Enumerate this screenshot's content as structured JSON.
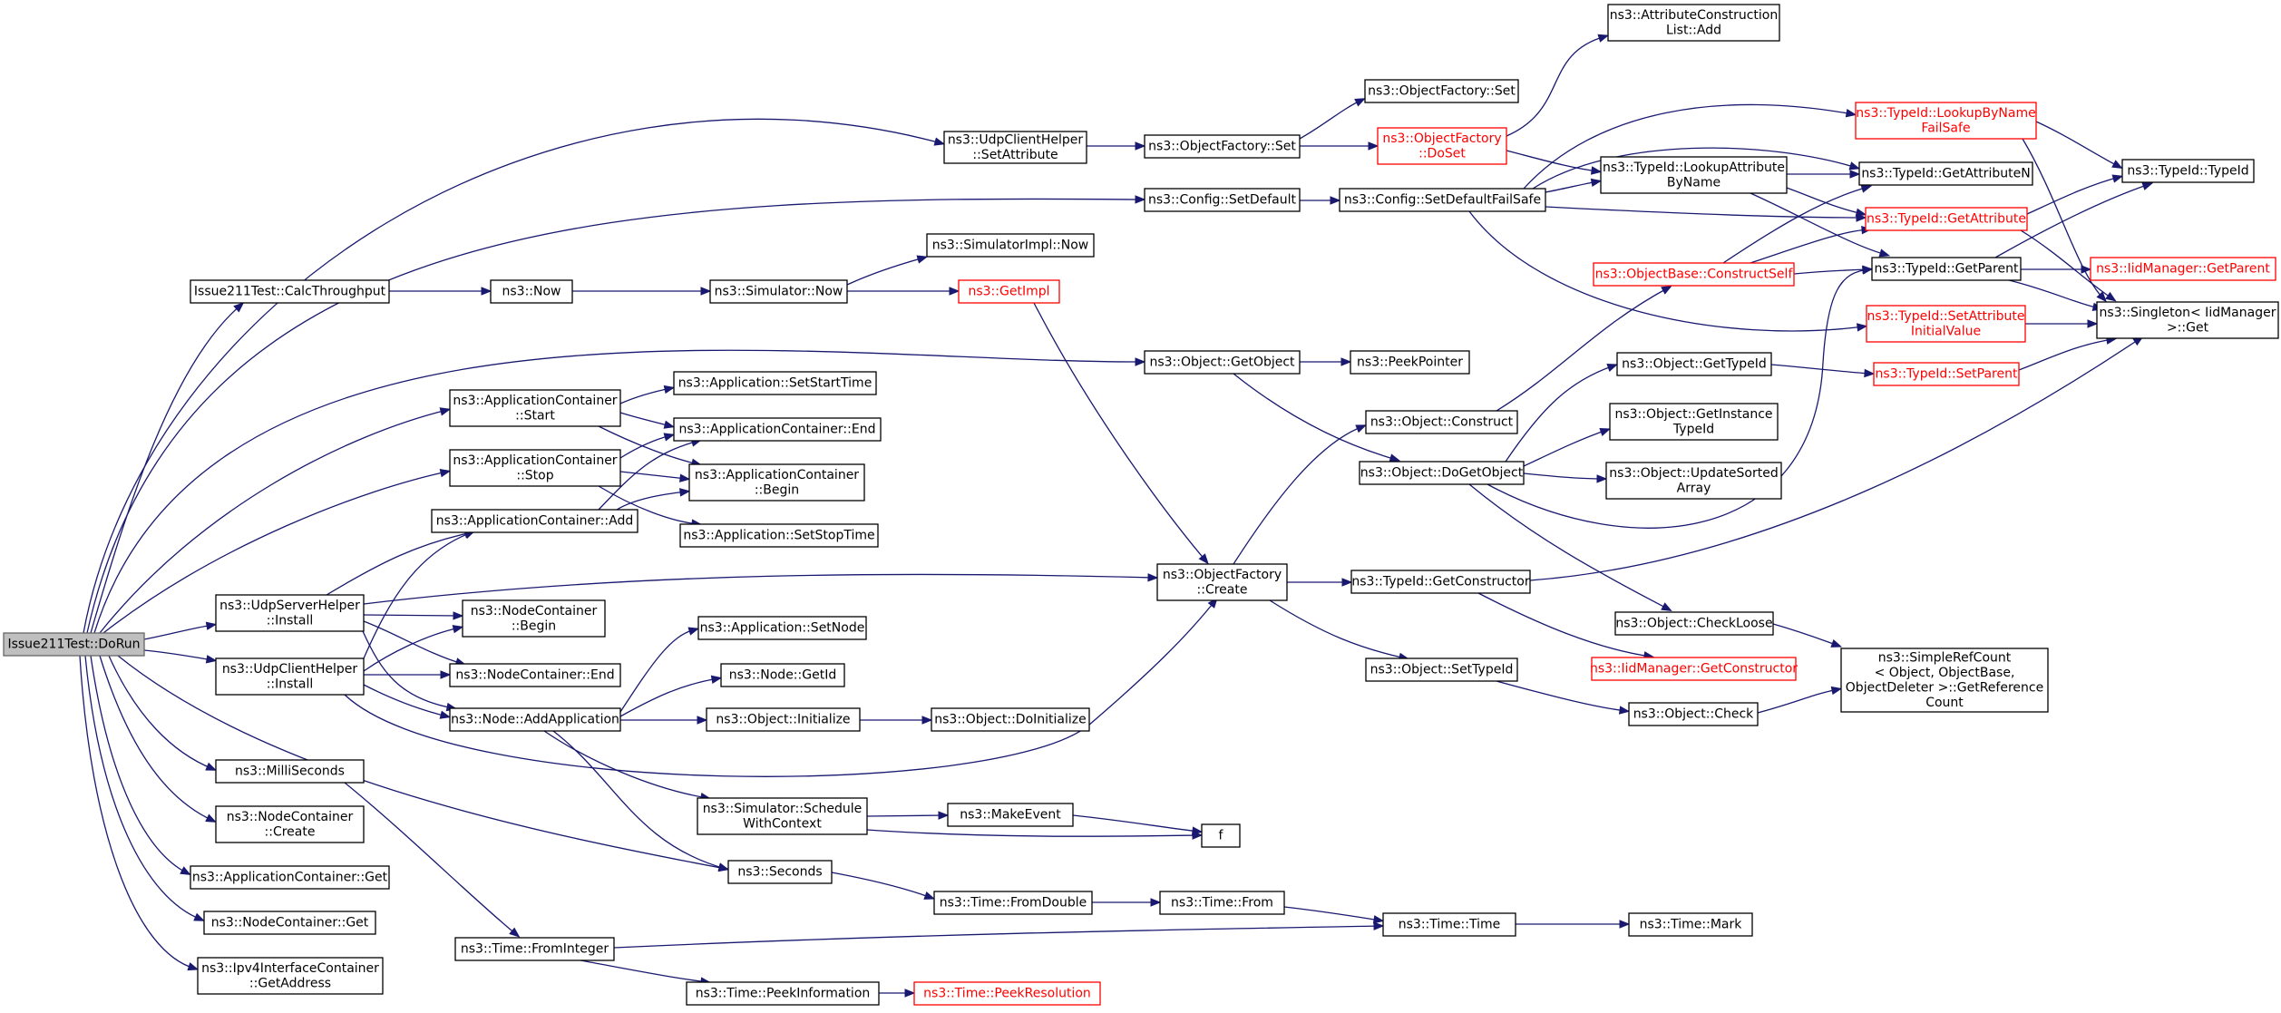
{
  "diagram": {
    "colors": {
      "edge": "#191970",
      "node_border": "#000000",
      "node_border_truncated": "#ff0000",
      "root_fill": "#bfbfbf"
    },
    "nodes": [
      {
        "id": "root",
        "lines": [
          "Issue211Test::DoRun"
        ],
        "style": "root"
      },
      {
        "id": "udpclienthelper_setattr",
        "lines": [
          "ns3::UdpClientHelper",
          "::SetAttribute"
        ]
      },
      {
        "id": "config_setdefault",
        "lines": [
          "ns3::Config::SetDefault"
        ]
      },
      {
        "id": "calcthroughput",
        "lines": [
          "Issue211Test::CalcThroughput"
        ]
      },
      {
        "id": "now",
        "lines": [
          "ns3::Now"
        ]
      },
      {
        "id": "simulator_now",
        "lines": [
          "ns3::Simulator::Now"
        ]
      },
      {
        "id": "simulatorimpl_now",
        "lines": [
          "ns3::SimulatorImpl::Now"
        ]
      },
      {
        "id": "getimpl",
        "lines": [
          "ns3::GetImpl"
        ],
        "style": "red"
      },
      {
        "id": "object_getobject",
        "lines": [
          "ns3::Object::GetObject"
        ]
      },
      {
        "id": "peekpointer",
        "lines": [
          "ns3::PeekPointer"
        ]
      },
      {
        "id": "appcontainer_start",
        "lines": [
          "ns3::ApplicationContainer",
          "::Start"
        ]
      },
      {
        "id": "app_setstarttime",
        "lines": [
          "ns3::Application::SetStartTime"
        ]
      },
      {
        "id": "appcontainer_end",
        "lines": [
          "ns3::ApplicationContainer::End"
        ]
      },
      {
        "id": "appcontainer_stop",
        "lines": [
          "ns3::ApplicationContainer",
          "::Stop"
        ]
      },
      {
        "id": "appcontainer_begin",
        "lines": [
          "ns3::ApplicationContainer",
          "::Begin"
        ]
      },
      {
        "id": "appcontainer_add",
        "lines": [
          "ns3::ApplicationContainer::Add"
        ]
      },
      {
        "id": "app_setstoptime",
        "lines": [
          "ns3::Application::SetStopTime"
        ]
      },
      {
        "id": "udpserverhelper_install",
        "lines": [
          "ns3::UdpServerHelper",
          "::Install"
        ]
      },
      {
        "id": "nodecontainer_begin",
        "lines": [
          "ns3::NodeContainer",
          "::Begin"
        ]
      },
      {
        "id": "udpclienthelper_install",
        "lines": [
          "ns3::UdpClientHelper",
          "::Install"
        ]
      },
      {
        "id": "nodecontainer_end",
        "lines": [
          "ns3::NodeContainer::End"
        ]
      },
      {
        "id": "node_addapplication",
        "lines": [
          "ns3::Node::AddApplication"
        ]
      },
      {
        "id": "app_setnode",
        "lines": [
          "ns3::Application::SetNode"
        ]
      },
      {
        "id": "node_getid",
        "lines": [
          "ns3::Node::GetId"
        ]
      },
      {
        "id": "object_initialize",
        "lines": [
          "ns3::Object::Initialize"
        ]
      },
      {
        "id": "object_doinitialize",
        "lines": [
          "ns3::Object::DoInitialize"
        ]
      },
      {
        "id": "simulator_schedulewithcontext",
        "lines": [
          "ns3::Simulator::Schedule",
          "WithContext"
        ]
      },
      {
        "id": "makeevent",
        "lines": [
          "ns3::MakeEvent"
        ]
      },
      {
        "id": "f",
        "lines": [
          "f"
        ]
      },
      {
        "id": "seconds",
        "lines": [
          "ns3::Seconds"
        ]
      },
      {
        "id": "milliseconds",
        "lines": [
          "ns3::MilliSeconds"
        ]
      },
      {
        "id": "nodecontainer_create",
        "lines": [
          "ns3::NodeContainer",
          "::Create"
        ]
      },
      {
        "id": "appcontainer_get",
        "lines": [
          "ns3::ApplicationContainer::Get"
        ]
      },
      {
        "id": "nodecontainer_get",
        "lines": [
          "ns3::NodeContainer::Get"
        ]
      },
      {
        "id": "ipv4interfacecontainer_getaddress",
        "lines": [
          "ns3::Ipv4InterfaceContainer",
          "::GetAddress"
        ]
      },
      {
        "id": "time_fromdouble",
        "lines": [
          "ns3::Time::FromDouble"
        ]
      },
      {
        "id": "time_from",
        "lines": [
          "ns3::Time::From"
        ]
      },
      {
        "id": "time_time",
        "lines": [
          "ns3::Time::Time"
        ]
      },
      {
        "id": "time_mark",
        "lines": [
          "ns3::Time::Mark"
        ]
      },
      {
        "id": "time_frominteger",
        "lines": [
          "ns3::Time::FromInteger"
        ]
      },
      {
        "id": "time_peekinformation",
        "lines": [
          "ns3::Time::PeekInformation"
        ]
      },
      {
        "id": "time_peekresolution",
        "lines": [
          "ns3::Time::PeekResolution"
        ],
        "style": "red"
      },
      {
        "id": "objectfactory_set",
        "lines": [
          "ns3::ObjectFactory::Set"
        ]
      },
      {
        "id": "objectfactory_set2",
        "lines": [
          "ns3::ObjectFactory::Set"
        ]
      },
      {
        "id": "objectfactory_doset",
        "lines": [
          "ns3::ObjectFactory",
          "::DoSet"
        ],
        "style": "red"
      },
      {
        "id": "attrconstructionlist_add",
        "lines": [
          "ns3::AttributeConstruction",
          "List::Add"
        ]
      },
      {
        "id": "config_setdefaultfailsafe",
        "lines": [
          "ns3::Config::SetDefaultFailSafe"
        ]
      },
      {
        "id": "typeid_lookupattributebyname",
        "lines": [
          "ns3::TypeId::LookupAttribute",
          "ByName"
        ]
      },
      {
        "id": "typeid_lookupbynamefailsafe",
        "lines": [
          "ns3::TypeId::LookupByName",
          "FailSafe"
        ],
        "style": "red"
      },
      {
        "id": "typeid_typeid",
        "lines": [
          "ns3::TypeId::TypeId"
        ]
      },
      {
        "id": "typeid_getattributen",
        "lines": [
          "ns3::TypeId::GetAttributeN"
        ]
      },
      {
        "id": "typeid_getattribute",
        "lines": [
          "ns3::TypeId::GetAttribute"
        ],
        "style": "red"
      },
      {
        "id": "objectbase_constructself",
        "lines": [
          "ns3::ObjectBase::ConstructSelf"
        ],
        "style": "red"
      },
      {
        "id": "typeid_getparent",
        "lines": [
          "ns3::TypeId::GetParent"
        ]
      },
      {
        "id": "iidmanager_getparent",
        "lines": [
          "ns3::IidManager::GetParent"
        ],
        "style": "red"
      },
      {
        "id": "typeid_setattributeinitialvalue",
        "lines": [
          "ns3::TypeId::SetAttribute",
          "InitialValue"
        ],
        "style": "red"
      },
      {
        "id": "singleton_get",
        "lines": [
          "ns3::Singleton< IidManager",
          ">::Get"
        ]
      },
      {
        "id": "typeid_setparent",
        "lines": [
          "ns3::TypeId::SetParent"
        ],
        "style": "red"
      },
      {
        "id": "object_construct",
        "lines": [
          "ns3::Object::Construct"
        ]
      },
      {
        "id": "object_dogetobject",
        "lines": [
          "ns3::Object::DoGetObject"
        ]
      },
      {
        "id": "object_gettypeid",
        "lines": [
          "ns3::Object::GetTypeId"
        ]
      },
      {
        "id": "object_getinstancetypeid",
        "lines": [
          "ns3::Object::GetInstance",
          "TypeId"
        ]
      },
      {
        "id": "object_updatesortedarray",
        "lines": [
          "ns3::Object::UpdateSorted",
          "Array"
        ]
      },
      {
        "id": "objectfactory_create",
        "lines": [
          "ns3::ObjectFactory",
          "::Create"
        ]
      },
      {
        "id": "typeid_getconstructor",
        "lines": [
          "ns3::TypeId::GetConstructor"
        ]
      },
      {
        "id": "object_checkloose",
        "lines": [
          "ns3::Object::CheckLoose"
        ]
      },
      {
        "id": "iidmanager_getconstructor",
        "lines": [
          "ns3::IidManager::GetConstructor"
        ],
        "style": "red"
      },
      {
        "id": "simplerefcount_getreferencecount",
        "lines": [
          "ns3::SimpleRefCount",
          "< Object, ObjectBase,",
          " ObjectDeleter >::GetReference",
          "Count"
        ]
      },
      {
        "id": "object_settypeid",
        "lines": [
          "ns3::Object::SetTypeId"
        ]
      },
      {
        "id": "object_check",
        "lines": [
          "ns3::Object::Check"
        ]
      }
    ]
  }
}
